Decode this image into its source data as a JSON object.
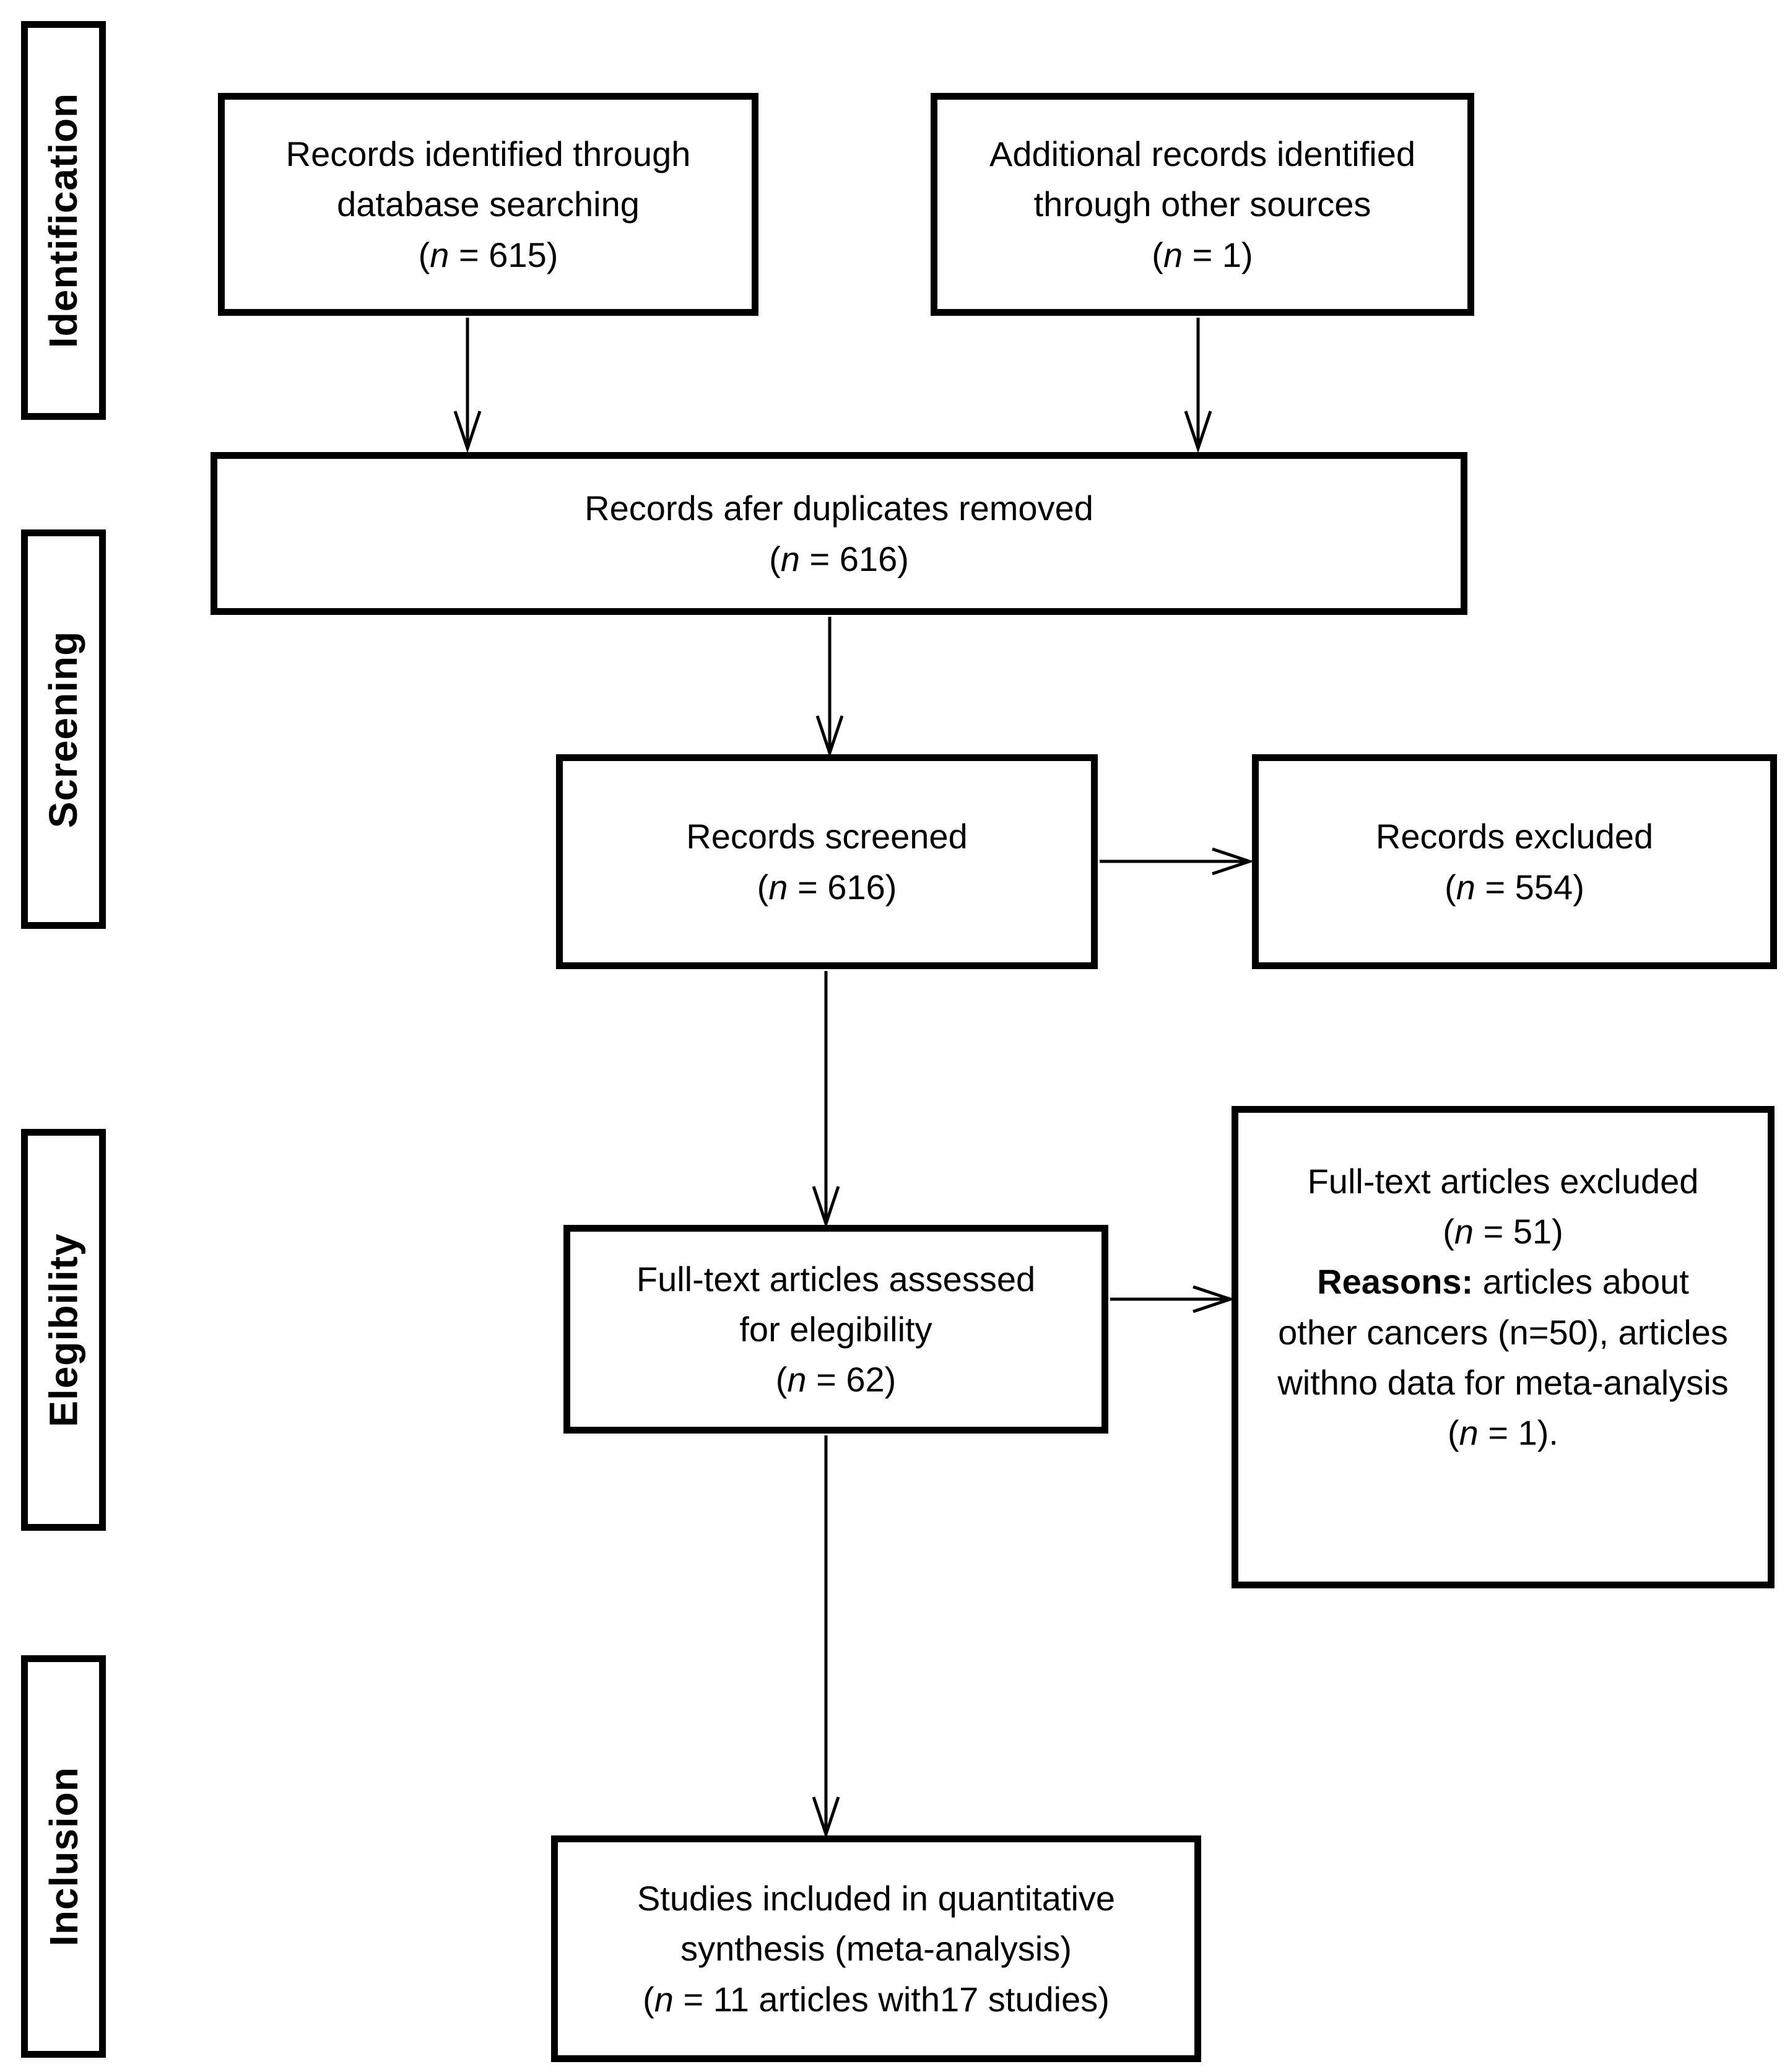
{
  "figure": {
    "type": "prisma-flow-diagram",
    "colors": {
      "ink": "#000000",
      "background": "#ffffff"
    }
  },
  "sidebar": {
    "labels": [
      {
        "text": "Identification"
      },
      {
        "text": "Screening"
      },
      {
        "text": "Elegibility"
      },
      {
        "text": "Inclusion"
      }
    ]
  },
  "boxes": {
    "identified": {
      "rows": [
        {
          "t": "text",
          "v": "Records identified through"
        },
        {
          "t": "text",
          "v": "database searching"
        },
        {
          "t": "stat",
          "pre": "(",
          "var": "n",
          "post": " = 615)"
        }
      ]
    },
    "additional": {
      "rows": [
        {
          "t": "text",
          "v": "Additional records identified"
        },
        {
          "t": "text",
          "v": "through other sources"
        },
        {
          "t": "stat",
          "pre": "(",
          "var": "n",
          "post": " = 1)"
        }
      ]
    },
    "deduplicated": {
      "rows": [
        {
          "t": "text",
          "v": "Records afer duplicates removed"
        },
        {
          "t": "stat",
          "pre": "(",
          "var": "n",
          "post": " = 616)"
        }
      ]
    },
    "screened": {
      "rows": [
        {
          "t": "text",
          "v": "Records screened"
        },
        {
          "t": "stat",
          "pre": "(",
          "var": "n",
          "post": " = 616)"
        }
      ]
    },
    "records_excluded": {
      "rows": [
        {
          "t": "text",
          "v": "Records excluded"
        },
        {
          "t": "stat",
          "pre": "(",
          "var": "n",
          "post": " = 554)"
        }
      ]
    },
    "fulltext_assessed": {
      "rows": [
        {
          "t": "text",
          "v": "Full-text articles assessed"
        },
        {
          "t": "text",
          "v": "for elegibility"
        },
        {
          "t": "stat",
          "pre": "(",
          "var": "n",
          "post": " = 62)"
        }
      ]
    },
    "fulltext_excluded": {
      "rows": [
        {
          "t": "text",
          "v": "Full-text articles excluded"
        },
        {
          "t": "stat",
          "pre": "(",
          "var": "n",
          "post": " = 51)"
        },
        {
          "t": "reason",
          "bold": "Reasons:",
          "rest": " articles about"
        },
        {
          "t": "text",
          "v": "other cancers (n=50), articles"
        },
        {
          "t": "text",
          "v": "withno data for meta-analysis"
        },
        {
          "t": "stat",
          "pre": "(",
          "var": "n",
          "post": " = 1)."
        }
      ]
    },
    "included": {
      "rows": [
        {
          "t": "text",
          "v": "Studies included in quantitative"
        },
        {
          "t": "text",
          "v": "synthesis (meta-analysis)"
        },
        {
          "t": "stat",
          "pre": "(",
          "var": "n",
          "post": " = 11 articles with17 studies)"
        }
      ]
    }
  }
}
